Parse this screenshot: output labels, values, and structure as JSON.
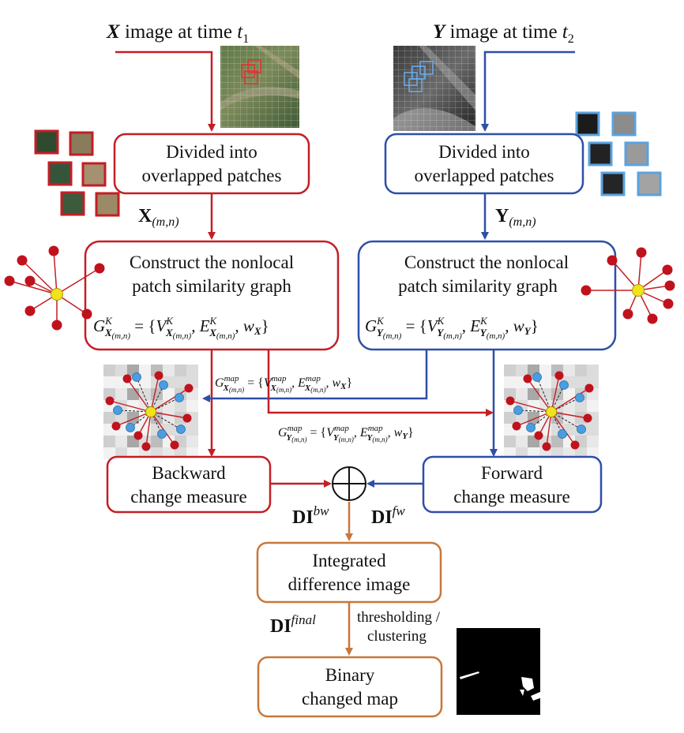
{
  "colors": {
    "red": "#c41e24",
    "blue": "#2e4fa8",
    "orange": "#c8773a",
    "node_red": "#c0121c",
    "node_blue": "#4a9ee0",
    "node_yellow": "#f2e21a"
  },
  "inputs": {
    "x_title_rest": "image at time",
    "y_title_rest": "image at time",
    "x_var": "X",
    "y_var": "Y",
    "x_time": "t",
    "x_time_sub": "1",
    "y_time": "t",
    "y_time_sub": "2"
  },
  "left": {
    "divide_line1": "Divided into",
    "divide_line2": "overlapped patches",
    "patch_var": "X",
    "patch_sub": "(m,n)",
    "graph_line1": "Construct the nonlocal",
    "graph_line2": "patch similarity graph",
    "backward_line1": "Backward",
    "backward_line2": "change measure",
    "di_label": "DI",
    "di_sup": "bw"
  },
  "right": {
    "divide_line1": "Divided into",
    "divide_line2": "overlapped patches",
    "patch_var": "Y",
    "patch_sub": "(m,n)",
    "graph_line1": "Construct the nonlocal",
    "graph_line2": "patch similarity graph",
    "forward_line1": "Forward",
    "forward_line2": "change measure",
    "di_label": "DI",
    "di_sup": "fw"
  },
  "bottom": {
    "integrated_line1": "Integrated",
    "integrated_line2": "difference image",
    "final_label": "DI",
    "final_sup": "final",
    "thresh_line1": "thresholding /",
    "thresh_line2": "clustering",
    "binary_line1": "Binary",
    "binary_line2": "changed map"
  },
  "symbols": {
    "plus": "+"
  }
}
